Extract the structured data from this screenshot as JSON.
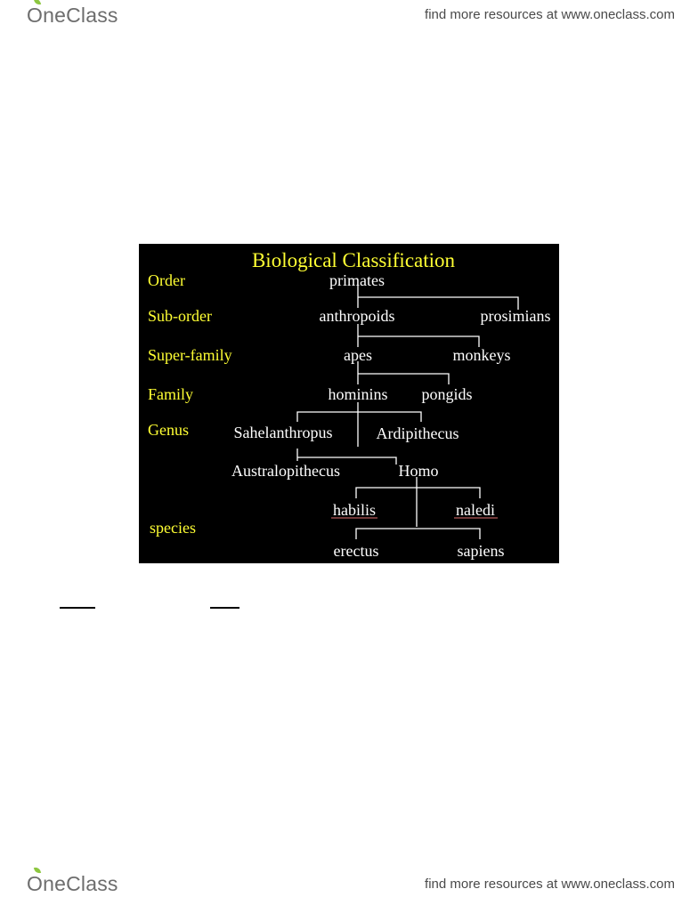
{
  "header": {
    "logo_first": "O",
    "logo_rest": "neClass",
    "tagline": "find more resources at www.oneclass.com"
  },
  "footer": {
    "logo_first": "O",
    "logo_rest": "neClass",
    "tagline": "find more resources at www.oneclass.com"
  },
  "figure": {
    "title": "Biological Classification",
    "ranks": {
      "order": "Order",
      "suborder": "Sub-order",
      "superfamily": "Super-family",
      "family": "Family",
      "genus": "Genus",
      "species": "species"
    },
    "taxa": {
      "primates": "primates",
      "anthropoids": "anthropoids",
      "prosimians": "prosimians",
      "apes": "apes",
      "monkeys": "monkeys",
      "hominins": "hominins",
      "pongids": "pongids",
      "sahelanthropus": "Sahelanthropus",
      "ardipithecus": "Ardipithecus",
      "australopithecus": "Australopithecus",
      "homo": "Homo",
      "habilis": "habilis",
      "naledi": "naledi",
      "erectus": "erectus",
      "sapiens": "sapiens"
    },
    "colors": {
      "background": "#000000",
      "title": "#ffff33",
      "rank_labels": "#ffff33",
      "taxa": "#ffffff"
    }
  }
}
